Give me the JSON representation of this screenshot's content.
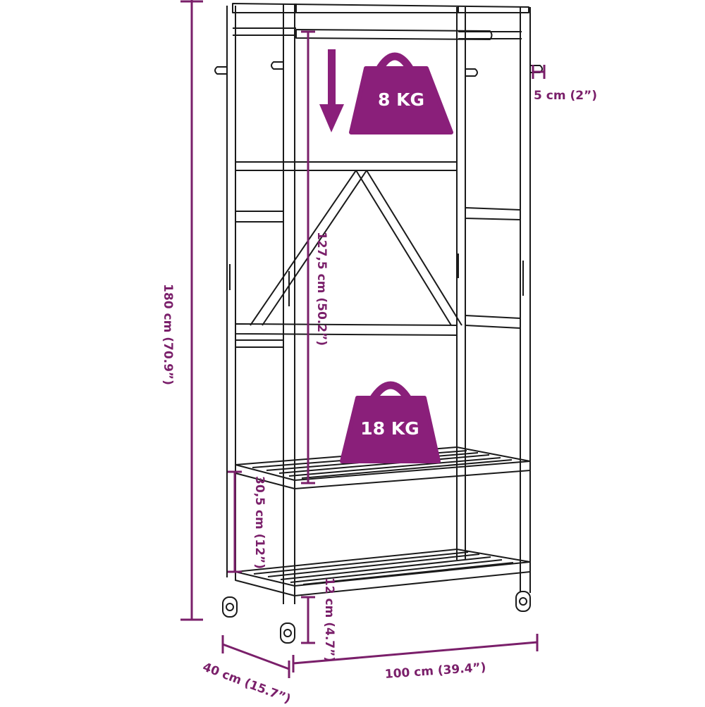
{
  "product": {
    "name": "clothes rack with wheels",
    "colors": {
      "outline": "#1a1a1a",
      "dimension_line": "#7a1f6a",
      "weight_badge": "#8a1f7a",
      "weight_text": "#ffffff",
      "background": "#ffffff"
    }
  },
  "dimensions": {
    "total_height": "180 cm (70.9”)",
    "hanging_height": "127,5 cm (50.2”)",
    "hook_length": "5 cm (2”)",
    "shelf_spacing": "30,5 cm (12”)",
    "ground_clearance": "12 cm (4.7”)",
    "depth": "40 cm (15.7”)",
    "width": "100 cm (39.4”)"
  },
  "loads": {
    "top_rail": "8 KG",
    "middle_shelf": "18 KG"
  },
  "icons": {
    "down_arrow": "down-arrow-icon",
    "weight": "weight-icon",
    "wheel": "wheel-icon"
  }
}
